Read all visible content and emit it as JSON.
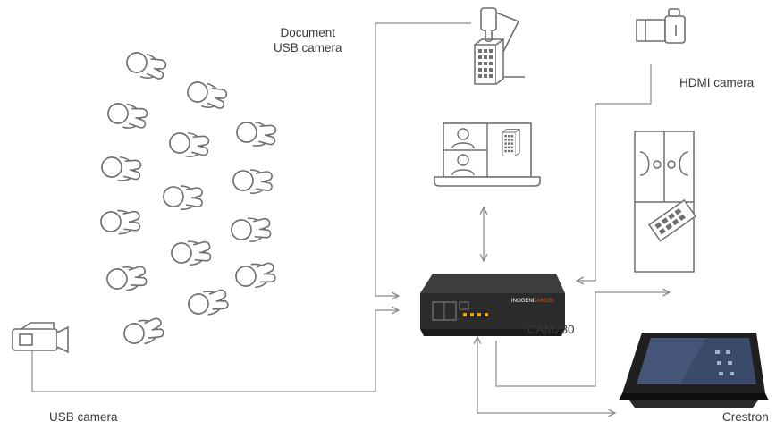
{
  "labels": {
    "document_camera_line1": "Document",
    "document_camera_line2": "USB camera",
    "hdmi_camera": "HDMI camera",
    "usb_camera": "USB camera",
    "device": "CAM230",
    "crestron": "Crestron"
  },
  "device_faceplate": {
    "brand_left": "INOGENI",
    "brand_right": "CAM230"
  },
  "colors": {
    "line": "#8c8c8c",
    "icon_stroke": "#6f6f6f",
    "device_body": "#2b2b2b",
    "device_accent": "#e0501c",
    "led": "#f29a1a",
    "panel_screen": "#3a4a6a"
  },
  "icons": [
    "person-icon",
    "document-camera-icon",
    "building-icon",
    "laptop-icon",
    "hdmi-camera-icon",
    "usb-camera-icon",
    "door-icon",
    "touch-panel-icon"
  ]
}
